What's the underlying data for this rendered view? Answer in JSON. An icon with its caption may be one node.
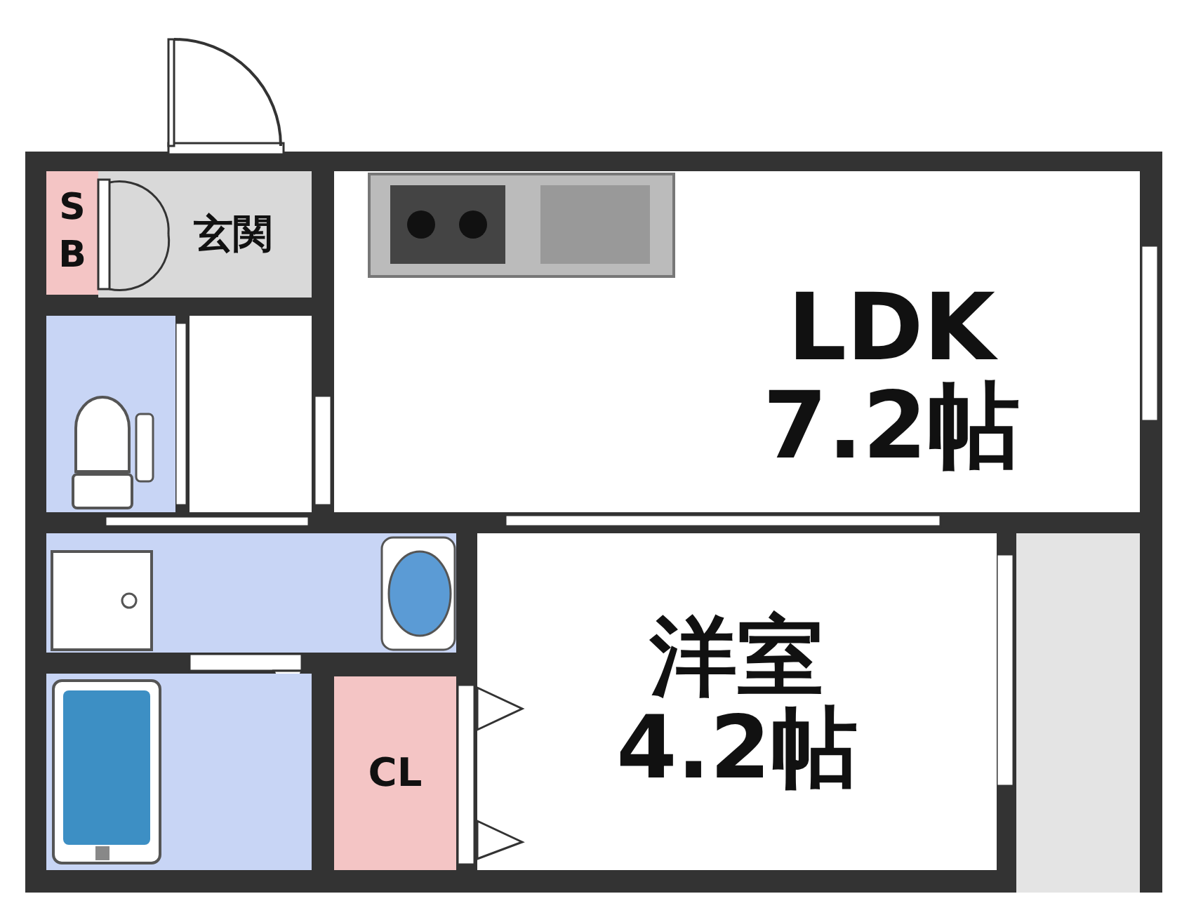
{
  "diagram": {
    "nodes": [
      {
        "text": [
          "S B"
        ]
      },
      {
        "text": [
          "玄関"
        ]
      },
      {
        "text": [
          "LDK",
          "7.2帖"
        ]
      },
      {
        "text": [
          "CL"
        ]
      },
      {
        "text": [
          "洋室",
          "4.2帖"
        ]
      },
      {
        "text": [],
        "shape": "box"
      },
      {
        "text": [],
        "shape": "box"
      },
      {
        "text": [],
        "shape": "box"
      },
      {
        "text": [],
        "shape": "box"
      },
      {
        "text": [],
        "shape": "box"
      }
    ]
  }
}
